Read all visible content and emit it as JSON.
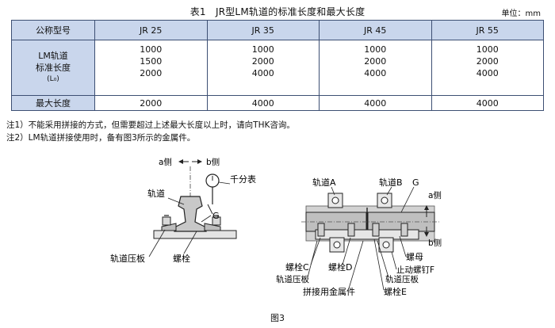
{
  "title": "表1　JR型LM轨道的标准长度和最大长度",
  "unit": "单位：mm",
  "table": {
    "header": [
      "公称型号",
      "JR 25",
      "JR 35",
      "JR 45",
      "JR 55"
    ],
    "std_label_lines": [
      "LM轨道",
      "标准长度",
      "(L₀)"
    ],
    "std_values": [
      [
        "1000",
        "1500",
        "2000"
      ],
      [
        "1000",
        "2000",
        "4000"
      ],
      [
        "1000",
        "2000",
        "4000"
      ],
      [
        "1000",
        "2000",
        "4000"
      ]
    ],
    "max_label": "最大长度",
    "max_values": [
      "2000",
      "4000",
      "4000",
      "4000"
    ]
  },
  "notes": [
    "注1）不能采用拼接的方式，但需要超过上述最大长度以上时，请向THK咨询。",
    "注2）LM轨道拼接使用时，备有图3所示的金属件。"
  ],
  "figure": {
    "left": {
      "a_side": "a侧",
      "b_side": "b侧",
      "gauge": "千分表",
      "rail": "轨道",
      "g": "G",
      "clamp": "轨道压板",
      "bolt": "螺栓"
    },
    "right": {
      "rail_a": "轨道A",
      "rail_b": "轨道B",
      "g": "G",
      "a_side": "a侧",
      "b_side": "b侧",
      "nut": "螺母",
      "set_screw": "止动螺钉F",
      "bolt_c": "螺栓C",
      "bolt_d": "螺栓D",
      "clamp_left": "轨道压板",
      "clamp_right": "轨道压板",
      "splice": "拼接用金属件",
      "bolt_e": "螺栓E"
    },
    "caption": "图3"
  }
}
